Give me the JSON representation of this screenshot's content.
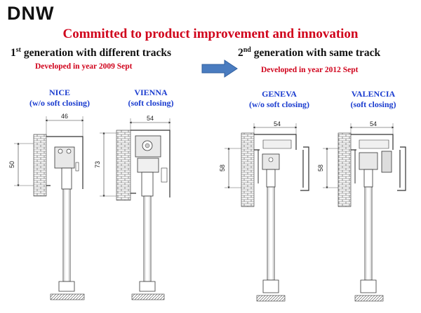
{
  "logo": {
    "text": "DNW"
  },
  "headline": "Committed to product improvement and innovation",
  "generations": [
    {
      "ordinal": "1",
      "suffix": "st",
      "title": " generation with different tracks",
      "developed": "Developed in year 2009 Sept"
    },
    {
      "ordinal": "2",
      "suffix": "nd",
      "title": " generation with same track",
      "developed": "Developed in year 2012 Sept"
    }
  ],
  "arrow": {
    "icon": "right-arrow-icon",
    "color": "#4a7cc0"
  },
  "models": [
    {
      "name": "NICE",
      "feature": "(w/o soft closing)",
      "width": "46",
      "height": "50"
    },
    {
      "name": "VIENNA",
      "feature": "(soft closing)",
      "width": "54",
      "height": "73"
    },
    {
      "name": "GENEVA",
      "feature": "(w/o soft closing)",
      "width": "54",
      "height": "58"
    },
    {
      "name": "VALENCIA",
      "feature": "(soft closing)",
      "width": "54",
      "height": "58"
    }
  ],
  "colors": {
    "headline": "#d0021b",
    "model_text": "#1a3ccf",
    "line": "#333333"
  }
}
